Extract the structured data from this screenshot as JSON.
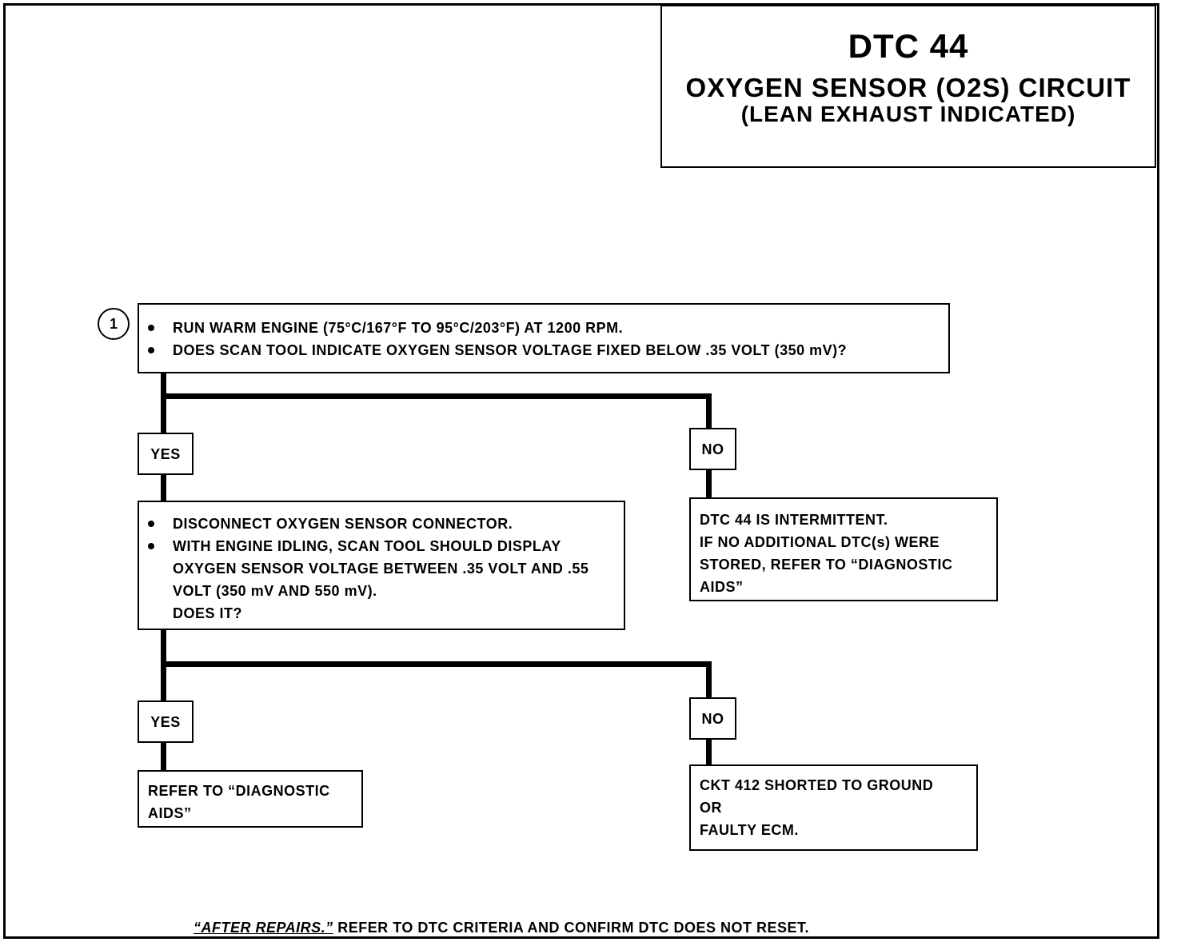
{
  "title": {
    "code": "DTC 44",
    "name": "OXYGEN SENSOR (O2S) CIRCUIT",
    "condition": "(LEAN EXHAUST INDICATED)"
  },
  "step1": {
    "number": "1",
    "bullets": [
      "RUN WARM ENGINE  (75°C/167°F TO 95°C/203°F)  AT 1200 RPM.",
      "DOES SCAN TOOL INDICATE OXYGEN SENSOR  VOLTAGE FIXED BELOW .35 VOLT (350 mV)?"
    ]
  },
  "branch1": {
    "yes": "YES",
    "no": "NO"
  },
  "step2": {
    "bullets": [
      "DISCONNECT OXYGEN SENSOR CONNECTOR.",
      "WITH ENGINE IDLING, SCAN TOOL SHOULD DISPLAY OXYGEN SENSOR  VOLTAGE BETWEEN .35 VOLT AND .55 VOLT (350 mV AND 550 mV).",
      "DOES IT?"
    ]
  },
  "intermittent": {
    "lines": [
      "DTC 44 IS INTERMITTENT.",
      "IF NO ADDITIONAL DTC(s) WERE",
      "STORED, REFER TO  “DIAGNOSTIC",
      "AIDS”"
    ]
  },
  "branch2": {
    "yes": "YES",
    "no": "NO"
  },
  "result_yes": {
    "lines": [
      "REFER TO  “DIAGNOSTIC",
      "AIDS”"
    ]
  },
  "result_no": {
    "lines": [
      "CKT  412  SHORTED TO GROUND",
      "OR",
      "FAULTY ECM."
    ]
  },
  "footer": {
    "emphasis": "“AFTER REPAIRS.”",
    "text": " REFER TO DTC CRITERIA AND CONFIRM DTC DOES NOT RESET."
  }
}
